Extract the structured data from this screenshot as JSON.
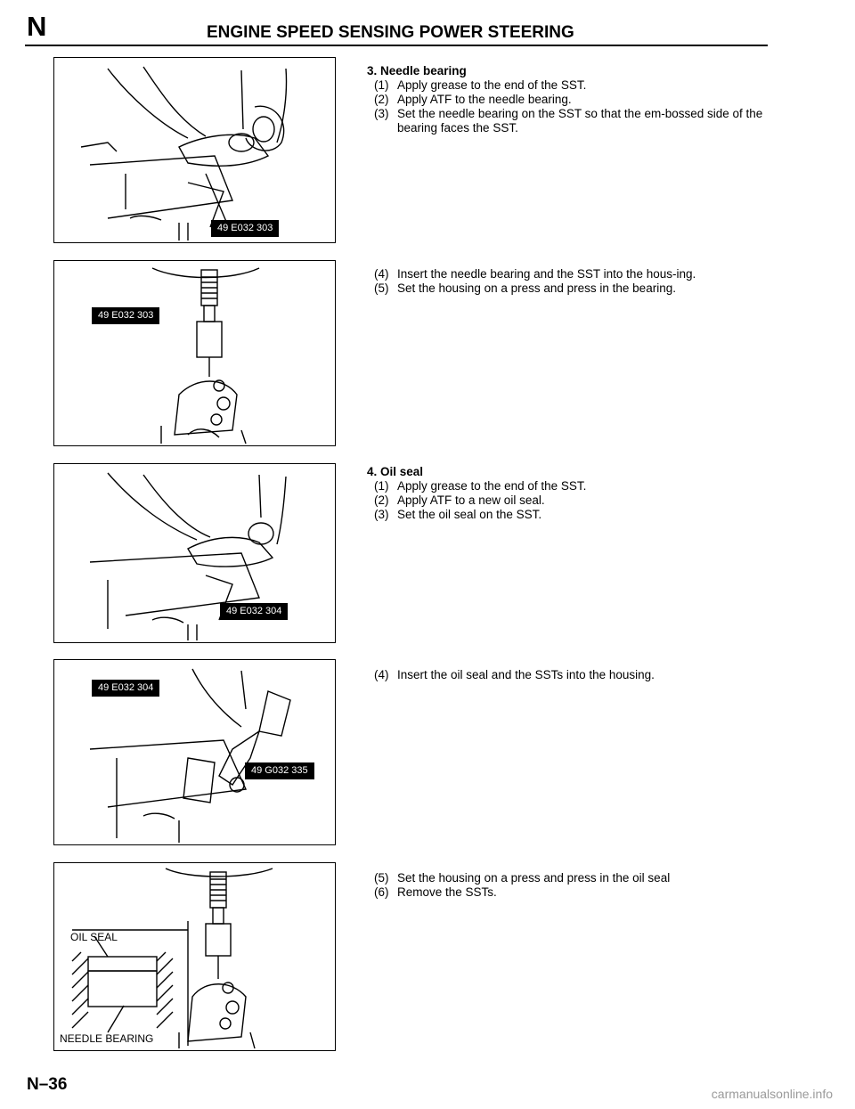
{
  "header": {
    "section_letter": "N",
    "title": "ENGINE SPEED SENSING POWER STEERING"
  },
  "figures": [
    {
      "tag": "49 E032 303"
    },
    {
      "tag": "49 E032 303"
    },
    {
      "tag": "49 E032 304"
    },
    {
      "tags": [
        "49 E032 304",
        "49 G032 335"
      ]
    },
    {
      "labels": [
        "OIL SEAL",
        "NEEDLE BEARING"
      ]
    }
  ],
  "steps": {
    "block1": {
      "heading": "3. Needle bearing",
      "items": [
        {
          "num": "(1)",
          "text": "Apply grease to the end of the SST."
        },
        {
          "num": "(2)",
          "text": "Apply ATF to the needle bearing."
        },
        {
          "num": "(3)",
          "text": "Set the needle bearing on the SST so that the em-bossed side of the bearing faces the SST."
        }
      ]
    },
    "block2": {
      "items": [
        {
          "num": "(4)",
          "text": "Insert the needle bearing and the SST into the hous-ing."
        },
        {
          "num": "(5)",
          "text": "Set the housing on a press and press in the bearing."
        }
      ]
    },
    "block3": {
      "heading": "4. Oil seal",
      "items": [
        {
          "num": "(1)",
          "text": "Apply grease to the end of the SST."
        },
        {
          "num": "(2)",
          "text": "Apply ATF to a new oil seal."
        },
        {
          "num": "(3)",
          "text": "Set the oil seal on the SST."
        }
      ]
    },
    "block4": {
      "items": [
        {
          "num": "(4)",
          "text": "Insert the oil seal and the SSTs into the housing."
        }
      ]
    },
    "block5": {
      "items": [
        {
          "num": "(5)",
          "text": "Set the housing on a press and press in the oil seal"
        },
        {
          "num": "(6)",
          "text": "Remove the SSTs."
        }
      ]
    }
  },
  "footer": {
    "page_number": "N–36",
    "watermark": "carmanualsonline.info"
  }
}
